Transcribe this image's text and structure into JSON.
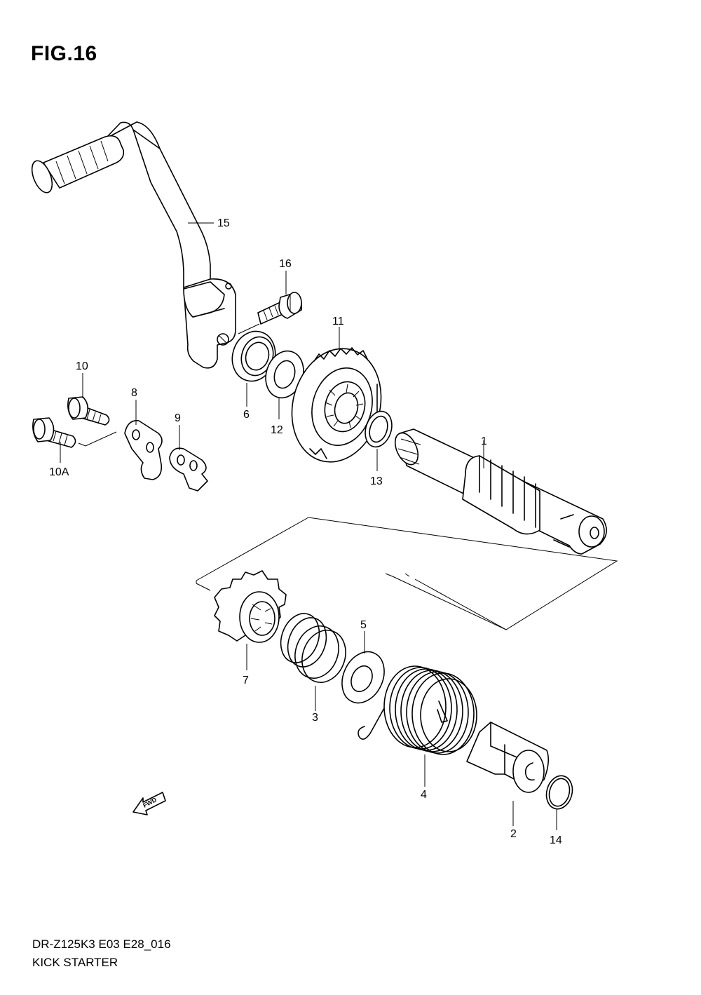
{
  "figure": {
    "title": "FIG.16"
  },
  "footer": {
    "model_code": "DR-Z125K3 E03 E28_016",
    "assembly_name": "KICK STARTER"
  },
  "callouts": {
    "c1": "1",
    "c2": "2",
    "c3": "3",
    "c4": "4",
    "c5": "5",
    "c6": "6",
    "c7": "7",
    "c8": "8",
    "c9": "9",
    "c10": "10",
    "c10a": "10A",
    "c11": "11",
    "c12": "12",
    "c13": "13",
    "c14": "14",
    "c15": "15",
    "c16": "16"
  },
  "fwd_marker": {
    "label": "FWD",
    "icon": "fwd-arrow-icon"
  }
}
